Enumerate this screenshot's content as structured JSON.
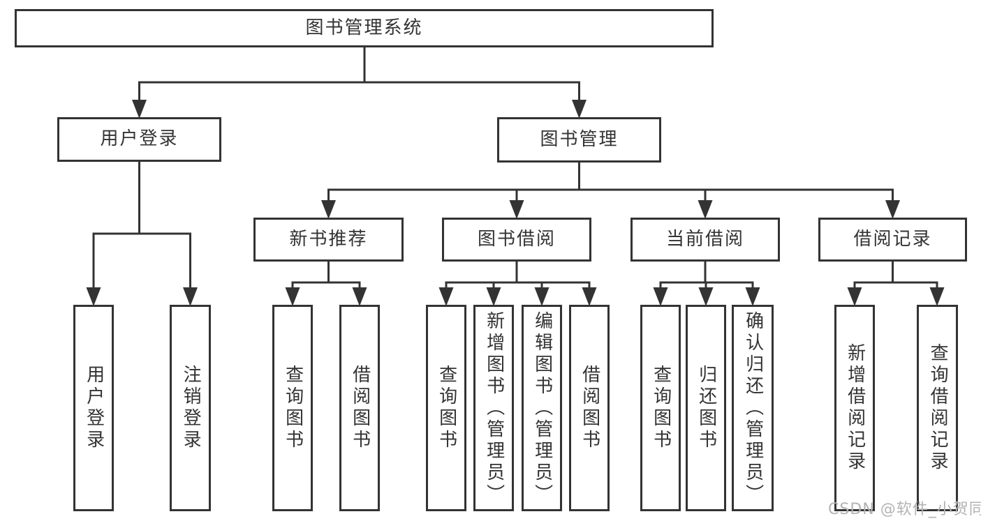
{
  "tree": {
    "label": "图书管理系统",
    "children": [
      {
        "label": "用户登录",
        "children": [
          {
            "label": "用户登录"
          },
          {
            "label": "注销登录"
          }
        ]
      },
      {
        "label": "图书管理",
        "children": [
          {
            "label": "新书推荐",
            "children": [
              {
                "label": "查询图书"
              },
              {
                "label": "借阅图书"
              }
            ]
          },
          {
            "label": "图书借阅",
            "children": [
              {
                "label": "查询图书"
              },
              {
                "label": "新增图书（管理员）"
              },
              {
                "label": "编辑图书（管理员）"
              },
              {
                "label": "借阅图书"
              }
            ]
          },
          {
            "label": "当前借阅",
            "children": [
              {
                "label": "查询图书"
              },
              {
                "label": "归还图书"
              },
              {
                "label": "确认归还（管理员）"
              }
            ]
          },
          {
            "label": "借阅记录",
            "children": [
              {
                "label": "新增借阅记录"
              },
              {
                "label": "查询借阅记录"
              }
            ]
          }
        ]
      }
    ]
  },
  "watermark": {
    "text": "CSDN @软件_小贺同学"
  },
  "colors": {
    "line": "#333333",
    "text": "#333333",
    "box_background": "#ffffff",
    "watermark": "#b3b3b3"
  }
}
